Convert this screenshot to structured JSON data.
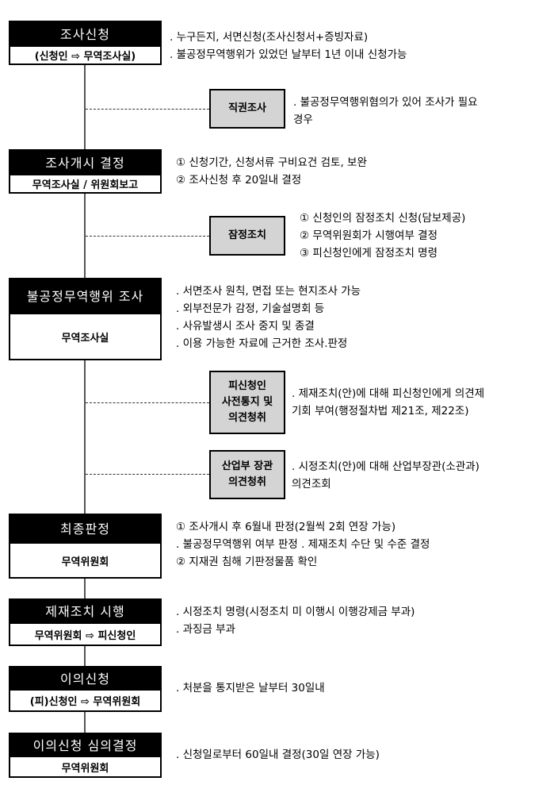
{
  "stages": [
    {
      "title": "조사신청",
      "subtitle": "(신청인 ⇨ 무역조사실)",
      "notes": [
        ". 누구든지, 서면신청(조사신청서+증빙자료)",
        ". 불공정무역행위가 있었던 날부터 1년 이내 신청가능"
      ]
    },
    {
      "title": "조사개시 결정",
      "subtitle": "무역조사실 / 위원회보고",
      "notes": [
        "① 신청기간, 신청서류 구비요건 검토, 보완",
        "② 조사신청 후 20일내 결정"
      ]
    },
    {
      "title": "불공정무역행위 조사",
      "subtitle": "무역조사실",
      "notes": [
        ". 서면조사 원칙, 면접 또는 현지조사 가능",
        ". 외부전문가 감정, 기술설명회 등",
        ". 사유발생시 조사 중지 및 종결",
        ". 이용 가능한 자료에 근거한 조사.판정"
      ]
    },
    {
      "title": "최종판정",
      "subtitle": "무역위원회",
      "notes": [
        "① 조사개시 후 6월내 판정(2월씩 2회 연장 가능)",
        "  . 불공정무역행위 여부 판정 . 제재조치 수단 및 수준 결정",
        "② 지재권 침해 기판정물품 확인"
      ]
    },
    {
      "title": "제재조치 시행",
      "subtitle": "무역위원회 ⇨ 피신청인",
      "notes": [
        ". 시정조치 명령(시정조치 미 이행시 이행강제금 부과)",
        ". 과징금 부과"
      ]
    },
    {
      "title": "이의신청",
      "subtitle": "(피)신청인 ⇨ 무역위원회",
      "notes": [
        ". 처분을 통지받은 날부터 30일내"
      ]
    },
    {
      "title": "이의신청 심의결정",
      "subtitle": "무역위원회",
      "notes": [
        ". 신청일로부터 60일내 결정(30일 연장 가능)"
      ]
    }
  ],
  "side_steps": [
    {
      "label": "직권조사",
      "notes": [
        ". 불공정무역행위혐의가 있어 조사가 필요",
        "  경우"
      ]
    },
    {
      "label": "잠정조치",
      "notes": [
        "① 신청인의 잠정조치 신청(담보제공)",
        "② 무역위원회가 시행여부 결정",
        "③ 피신청인에게 잠정조치 명령"
      ]
    },
    {
      "label": "피신청인\n사전통지 및\n의견청취",
      "notes": [
        ". 제재조치(안)에 대해 피신청인에게 의견제",
        "  기회 부여(행정절차법 제21조, 제22조)"
      ]
    },
    {
      "label": "산업부 장관\n의견청취",
      "notes": [
        ". 시정조치(안)에 대해 산업부장관(소관과)",
        "  의견조회"
      ]
    }
  ]
}
